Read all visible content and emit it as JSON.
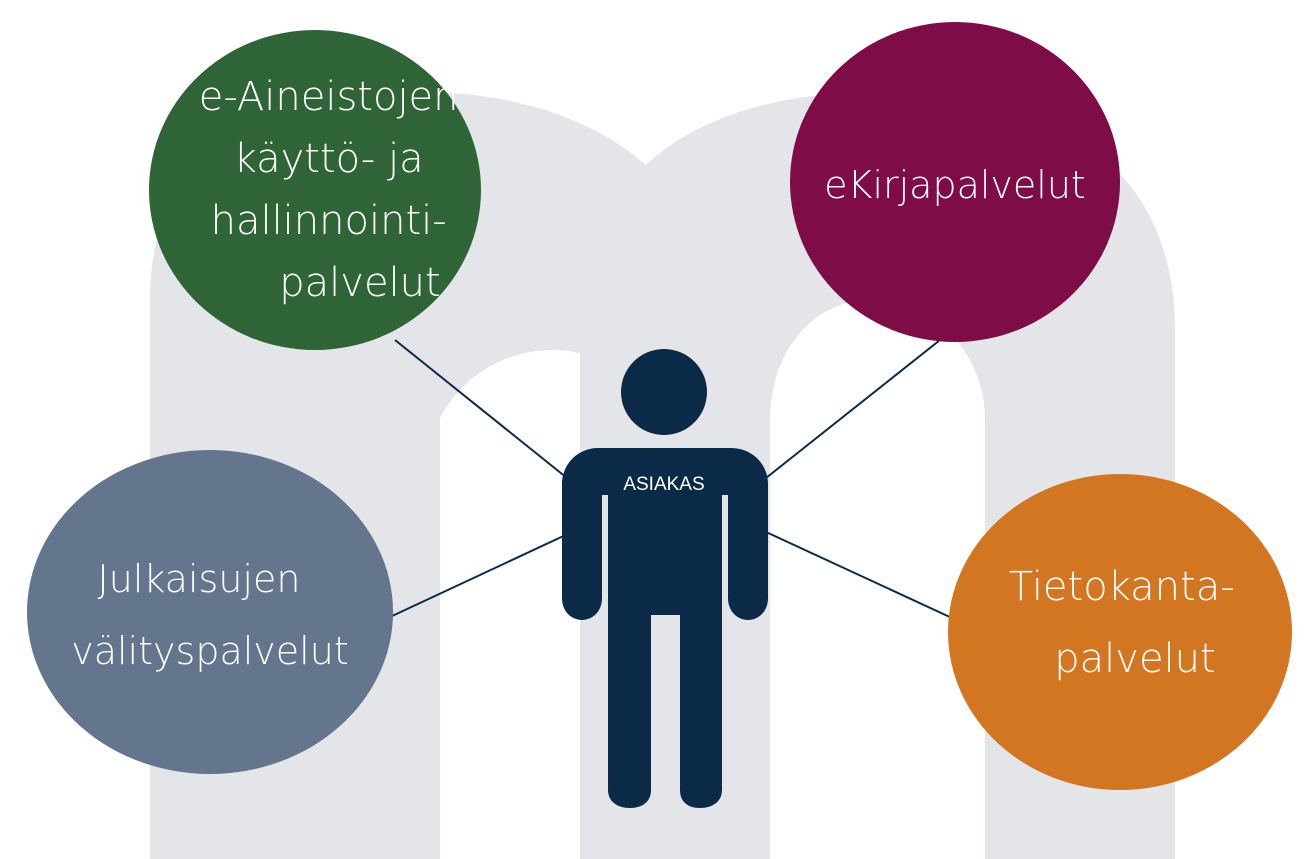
{
  "center": {
    "label": "ASIAKAS",
    "color": "#0b2a48"
  },
  "background_logo": {
    "icon": "m-logo-arch",
    "color": "#e4e5e9"
  },
  "connector_color": "#0b2a48",
  "services": [
    {
      "key": "eaineistot",
      "lines": [
        "e-Aineistojen",
        "käyttö- ja",
        "hallinnointi-",
        "palvelut"
      ],
      "color": "#2e6436"
    },
    {
      "key": "ekirja",
      "lines": [
        "eKirjapalvelut"
      ],
      "color": "#7d0c47"
    },
    {
      "key": "julkaisut",
      "lines": [
        "Julkaisujen",
        "välityspalvelut"
      ],
      "color": "#64768d"
    },
    {
      "key": "tietokanta",
      "lines": [
        "Tietokanta-",
        "palvelut"
      ],
      "color": "#d37621"
    }
  ]
}
